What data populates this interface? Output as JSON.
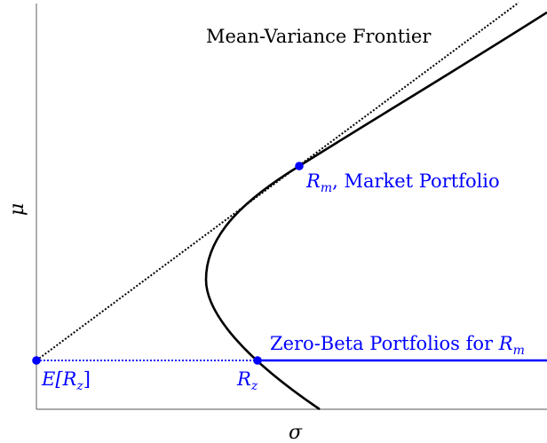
{
  "figure": {
    "title": "Mean-Variance Frontier",
    "axes": {
      "x_symbol": "σ",
      "y_symbol": "μ"
    },
    "points": {
      "market": {
        "symbol": "R",
        "subscript": "m",
        "description": ", Market Portfolio"
      },
      "zero_beta": {
        "symbol": "R",
        "subscript": "z"
      },
      "expected_zero_beta": {
        "prefix": "E[",
        "symbol": "R",
        "subscript": "z",
        "suffix": "]"
      }
    },
    "zero_beta_line": {
      "text": "Zero-Beta Portfolios for ",
      "symbol": "R",
      "subscript": "m"
    },
    "colors": {
      "ink": "#000000",
      "accent": "#0000ff",
      "axis": "#777777",
      "background": "#ffffff"
    }
  }
}
